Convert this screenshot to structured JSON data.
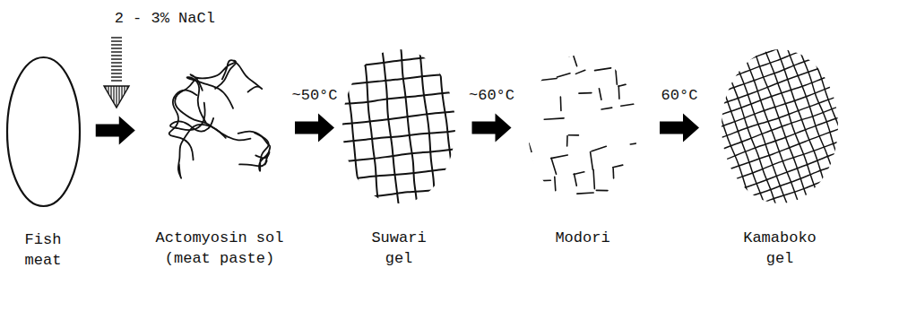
{
  "diagram": {
    "nodes": [
      {
        "text": [
          "Fish meat"
        ]
      },
      {
        "text": [
          "Actomyosin sol (meat paste)"
        ]
      },
      {
        "text": [
          "Suwari gel"
        ]
      },
      {
        "text": [
          "Modori"
        ]
      },
      {
        "text": [
          "Kamaboko gel"
        ]
      }
    ],
    "edges": [
      {
        "from": 0,
        "to": 1,
        "arrow": "to",
        "label": "2 - 3% NaCl"
      },
      {
        "from": 1,
        "to": 2,
        "arrow": "to",
        "label": "~50°C"
      },
      {
        "from": 2,
        "to": 3,
        "arrow": "to",
        "label": "~60°C"
      },
      {
        "from": 3,
        "to": 4,
        "arrow": "to",
        "label": "60°C"
      }
    ]
  }
}
